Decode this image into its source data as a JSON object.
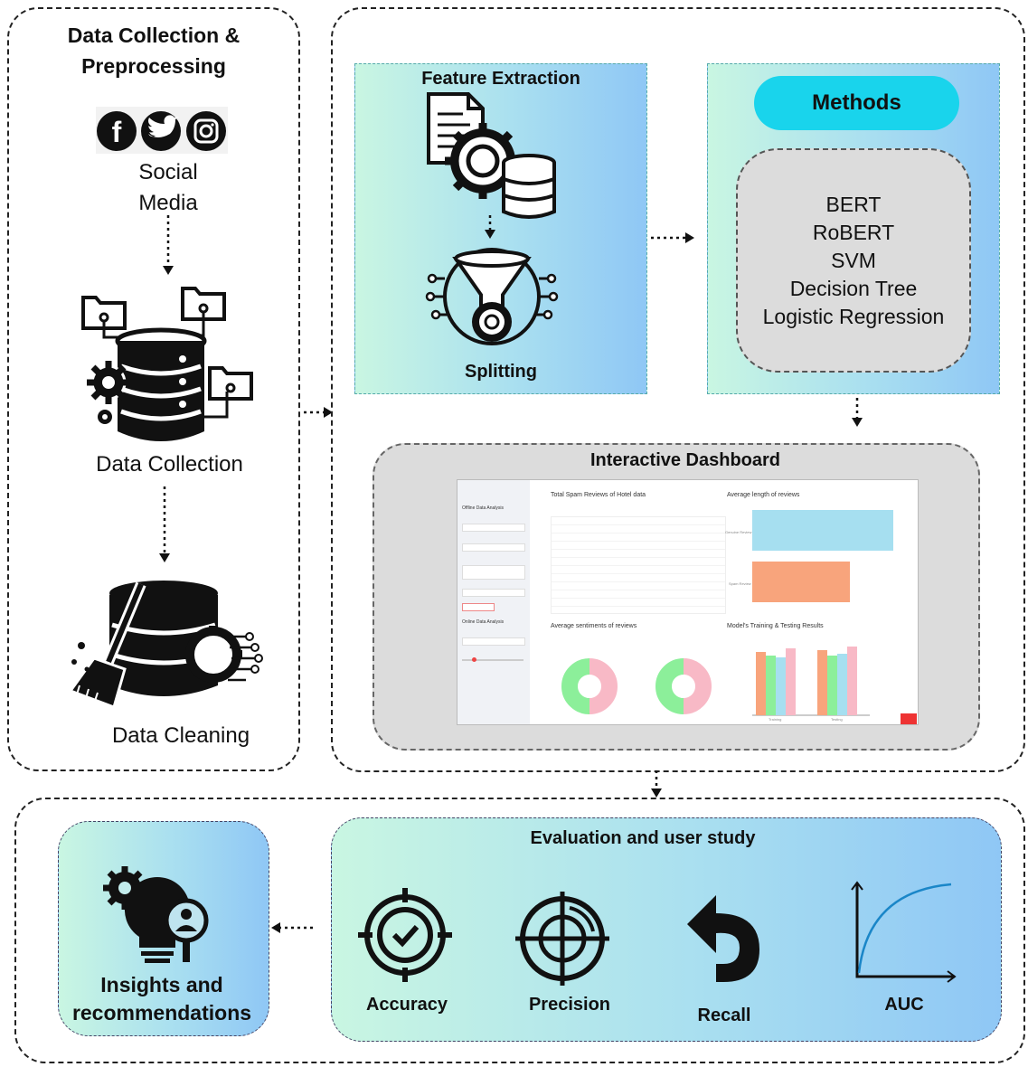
{
  "collection": {
    "title_line1": "Data Collection &",
    "title_line2": "Preprocessing",
    "social_line1": "Social",
    "social_line2": "Media",
    "data_collection": "Data Collection",
    "data_cleaning": "Data Cleaning"
  },
  "feature": {
    "title": "Feature Extraction",
    "splitting": "Splitting"
  },
  "methods": {
    "title": "Methods",
    "items": [
      "BERT",
      "RoBERT",
      "SVM",
      "Decision Tree",
      "Logistic Regression"
    ]
  },
  "dashboard": {
    "title": "Interactive Dashboard",
    "sidebar_offline": "Offline Data Analysis",
    "sidebar_online": "Online Data Analysis",
    "panel1_title": "Total Spam Reviews of Hotel data",
    "panel2_title": "Average length of reviews",
    "panel3_title": "Average sentiments of reviews",
    "panel4_title": "Model's Training & Testing Results",
    "panel2_labels": [
      "Genuine Review",
      "Spam Review"
    ],
    "panel4_groups": [
      "Training",
      "Testing"
    ]
  },
  "evaluation": {
    "title": "Evaluation and user study",
    "metrics": [
      "Accuracy",
      "Precision",
      "Recall",
      "AUC"
    ]
  },
  "insights": {
    "line1": "Insights and",
    "line2": "recommendations"
  },
  "colors": {
    "methods_pill": "#19d4ec",
    "gradient_start": "#c9f6e2",
    "gradient_end": "#8fc7f5",
    "bar_genuine": "#a6dff0",
    "bar_spam": "#f8a47c"
  }
}
